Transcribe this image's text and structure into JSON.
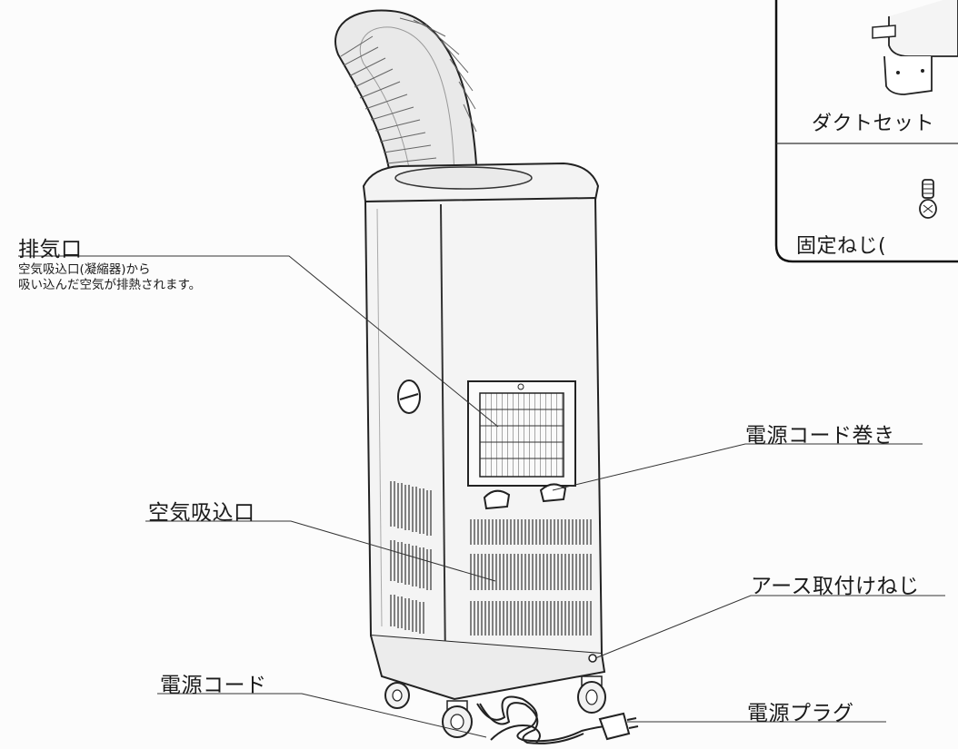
{
  "labels": {
    "exhaust": "排気口",
    "exhaust_desc_1": "空気吸込口(凝縮器)から",
    "exhaust_desc_2": "吸い込んだ空気が排熱されます。",
    "intake": "空気吸込口",
    "power_cord": "電源コード",
    "cord_winder": "電源コード巻き",
    "ground_screw": "アース取付けねじ",
    "power_plug": "電源プラグ"
  },
  "accessories": {
    "duct_set": "ダクトセット",
    "fixing_screw": "固定ねじ("
  }
}
